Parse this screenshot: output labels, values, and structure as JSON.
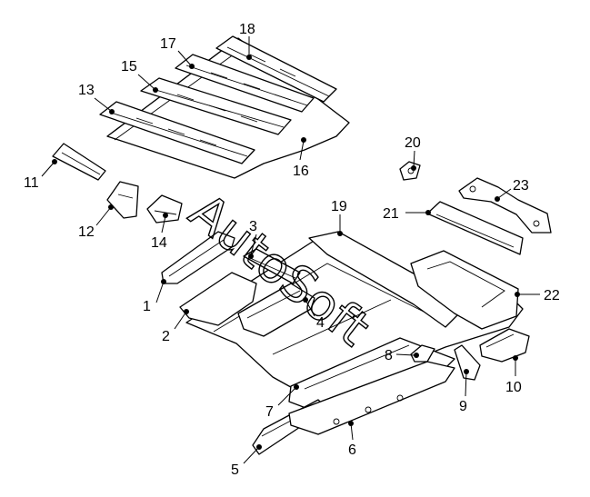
{
  "diagram": {
    "watermark": "AutoSoft",
    "callouts": [
      {
        "id": "c1",
        "label": "1"
      },
      {
        "id": "c2",
        "label": "2"
      },
      {
        "id": "c3",
        "label": "3"
      },
      {
        "id": "c4",
        "label": "4"
      },
      {
        "id": "c5",
        "label": "5"
      },
      {
        "id": "c6",
        "label": "6"
      },
      {
        "id": "c7",
        "label": "7"
      },
      {
        "id": "c8",
        "label": "8"
      },
      {
        "id": "c9",
        "label": "9"
      },
      {
        "id": "c10",
        "label": "10"
      },
      {
        "id": "c11",
        "label": "11"
      },
      {
        "id": "c12",
        "label": "12"
      },
      {
        "id": "c13",
        "label": "13"
      },
      {
        "id": "c14",
        "label": "14"
      },
      {
        "id": "c15",
        "label": "15"
      },
      {
        "id": "c16",
        "label": "16"
      },
      {
        "id": "c17",
        "label": "17"
      },
      {
        "id": "c18",
        "label": "18"
      },
      {
        "id": "c19",
        "label": "19"
      },
      {
        "id": "c20",
        "label": "20"
      },
      {
        "id": "c21",
        "label": "21"
      },
      {
        "id": "c22",
        "label": "22"
      },
      {
        "id": "c23",
        "label": "23"
      }
    ]
  }
}
